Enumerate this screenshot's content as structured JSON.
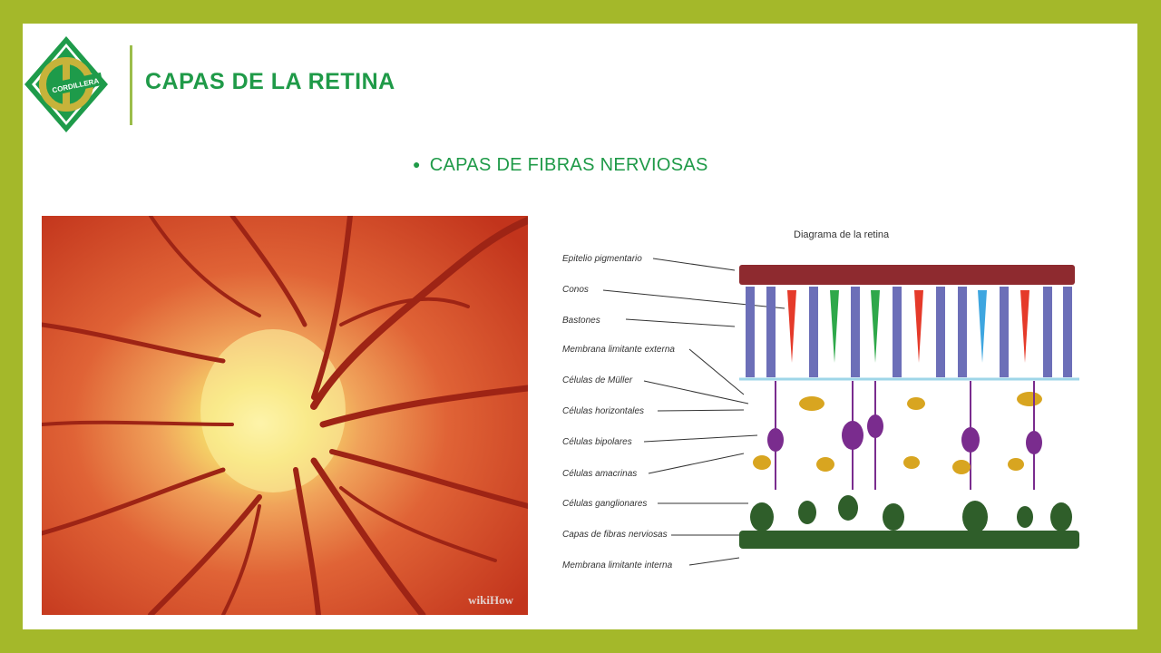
{
  "slide": {
    "title": "CAPAS DE LA RETINA",
    "bullet": "CAPAS DE FIBRAS NERVIOSAS"
  },
  "logo": {
    "text": "CORDILLERA"
  },
  "photo": {
    "watermark": "wikiHow"
  },
  "diagram": {
    "title": "Diagrama de la retina",
    "labels": [
      "Epitelio pigmentario",
      "Conos",
      "Bastones",
      "Membrana limitante externa",
      "Células de Müller",
      "Células horizontales",
      "Células bipolares",
      "Células amacrinas",
      "Células ganglionares",
      "Capas de fibras nerviosas",
      "Membrana limitante interna"
    ]
  },
  "colors": {
    "background_border": "#a4b82a",
    "title_green": "#1f9a48",
    "logo_green": "#1e9b4a",
    "logo_gold": "#c7b33a"
  }
}
